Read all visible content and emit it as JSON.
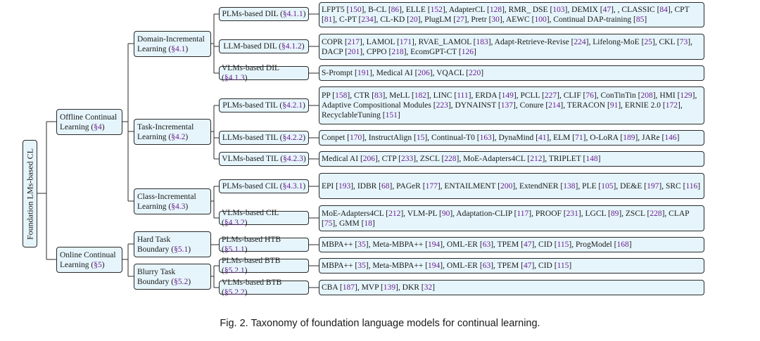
{
  "root": {
    "label": "Foundation LMs-based CL"
  },
  "caption": "Fig. 2.  Taxonomy of foundation language models for continual learning.",
  "categories": [
    {
      "label": "Offline Continual\nLearning (",
      "section": "§4",
      "children": [
        {
          "label": "Domain-Incremental\nLearning (",
          "section": "§4.1",
          "children": [
            {
              "label": "PLMs-based DIL (",
              "section": "§4.1.1",
              "items": [
                [
                  "LFPT5",
                  "150"
                ],
                [
                  "B-CL",
                  "86"
                ],
                [
                  "ELLE",
                  "152"
                ],
                [
                  "AdapterCL",
                  "128"
                ],
                [
                  "RMR_ DSE",
                  "103"
                ],
                [
                  "DEMIX",
                  "47"
                ],
                [
                  ", CLASSIC",
                  "84"
                ],
                [
                  "CPT",
                  "81"
                ],
                [
                  "C-PT",
                  "234"
                ],
                [
                  "CL-KD",
                  "20"
                ],
                [
                  "PlugLM",
                  "27"
                ],
                [
                  "Pretr",
                  "30"
                ],
                [
                  "AEWC",
                  "100"
                ],
                [
                  "Continual DAP-training",
                  "85"
                ]
              ]
            },
            {
              "label": "LLM-based DIL (",
              "section": "§4.1.2",
              "items": [
                [
                  "COPR",
                  "217"
                ],
                [
                  "LAMOL",
                  "171"
                ],
                [
                  "RVAE_LAMOL",
                  "183"
                ],
                [
                  "Adapt-Retrieve-Revise",
                  "224"
                ],
                [
                  "Lifelong-MoE",
                  "25"
                ],
                [
                  "CKL",
                  "73"
                ],
                [
                  "DACP",
                  "201"
                ],
                [
                  "CPPO",
                  "218"
                ],
                [
                  "EcomGPT-CT",
                  "126"
                ]
              ]
            },
            {
              "label": "VLMs-based DIL (",
              "section": "§4.1.3",
              "items": [
                [
                  "S-Prompt",
                  "191"
                ],
                [
                  "Medical AI",
                  "206"
                ],
                [
                  "VQACL",
                  "220"
                ]
              ]
            }
          ]
        },
        {
          "label": "Task-Incremental\nLearning (",
          "section": "§4.2",
          "children": [
            {
              "label": "PLMs-based TIL (",
              "section": "§4.2.1",
              "items": [
                [
                  "PP",
                  "158"
                ],
                [
                  "CTR",
                  "83"
                ],
                [
                  "MeLL",
                  "182"
                ],
                [
                  "LINC",
                  "111"
                ],
                [
                  "ERDA",
                  "149"
                ],
                [
                  "PCLL",
                  "227"
                ],
                [
                  "CLIF",
                  "76"
                ],
                [
                  "ConTinTin",
                  "208"
                ],
                [
                  "HMI",
                  "129"
                ],
                [
                  "Adaptive Compositional Modules",
                  "223"
                ],
                [
                  "DYNAINST",
                  "137"
                ],
                [
                  "Conure",
                  "214"
                ],
                [
                  "TERACON",
                  "91"
                ],
                [
                  "ERNIE 2.0",
                  "172"
                ],
                [
                  "RecyclableTuning",
                  "151"
                ]
              ]
            },
            {
              "label": "LLMs-based TIL (",
              "section": "§4.2.2",
              "items": [
                [
                  "Conpet",
                  "170"
                ],
                [
                  "InstructAlign",
                  "15"
                ],
                [
                  "Continual-T0",
                  "163"
                ],
                [
                  "DynaMind",
                  "41"
                ],
                [
                  "ELM",
                  "71"
                ],
                [
                  "O-LoRA",
                  "189"
                ],
                [
                  "JARe",
                  "146"
                ]
              ]
            },
            {
              "label": "VLMs-based TIL (",
              "section": "§4.2.3",
              "items": [
                [
                  "Medical AI",
                  "206"
                ],
                [
                  "CTP",
                  "233"
                ],
                [
                  "ZSCL",
                  "228"
                ],
                [
                  "MoE-Adapters4CL",
                  "212"
                ],
                [
                  "TRIPLET",
                  "148"
                ]
              ]
            }
          ]
        },
        {
          "label": "Class-Incremental\nLearning (",
          "section": "§4.3",
          "children": [
            {
              "label": "PLMs-based CIL (",
              "section": "§4.3.1",
              "items": [
                [
                  "EPI",
                  "193"
                ],
                [
                  "IDBR",
                  "68"
                ],
                [
                  "PAGeR",
                  "177"
                ],
                [
                  "ENTAILMENT",
                  "200"
                ],
                [
                  "ExtendNER",
                  "138"
                ],
                [
                  "PLE",
                  "105"
                ],
                [
                  "DE&E",
                  "197"
                ],
                [
                  "SRC",
                  "116"
                ]
              ]
            },
            {
              "label": "VLMs-based CIL (",
              "section": "§4.3.2",
              "items": [
                [
                  "MoE-Adapters4CL",
                  "212"
                ],
                [
                  "VLM-PL",
                  "90"
                ],
                [
                  "Adaptation-CLIP",
                  "117"
                ],
                [
                  "PROOF",
                  "231"
                ],
                [
                  "LGCL",
                  "89"
                ],
                [
                  "ZSCL",
                  "228"
                ],
                [
                  "CLAP",
                  "75"
                ],
                [
                  "GMM",
                  "18"
                ]
              ]
            }
          ]
        }
      ]
    },
    {
      "label": "Online Continual\nLearning (",
      "section": "§5",
      "children": [
        {
          "label": "Hard Task\nBoundary (",
          "section": "§5.1",
          "children": [
            {
              "label": "PLMs-based HTB (",
              "section": "§5.1.1",
              "items": [
                [
                  "MBPA++",
                  "35"
                ],
                [
                  "Meta-MBPA++",
                  "194"
                ],
                [
                  "OML-ER",
                  "63"
                ],
                [
                  "TPEM",
                  "47"
                ],
                [
                  "CID",
                  "115"
                ],
                [
                  "ProgModel",
                  "168"
                ]
              ]
            }
          ]
        },
        {
          "label": "Blurry Task\nBoundary (",
          "section": "§5.2",
          "children": [
            {
              "label": "PLMs-based BTB (",
              "section": "§5.2.1",
              "items": [
                [
                  "MBPA++",
                  "35"
                ],
                [
                  "Meta-MBPA++",
                  "194"
                ],
                [
                  "OML-ER",
                  "63"
                ],
                [
                  "TPEM",
                  "47"
                ],
                [
                  "CID",
                  "115"
                ]
              ]
            },
            {
              "label": "VLMs-based BTB (",
              "section": "§5.2.2",
              "items": [
                [
                  "CBA",
                  "187"
                ],
                [
                  "MVP",
                  "139"
                ],
                [
                  "DKR",
                  "32"
                ]
              ]
            }
          ]
        }
      ]
    }
  ]
}
